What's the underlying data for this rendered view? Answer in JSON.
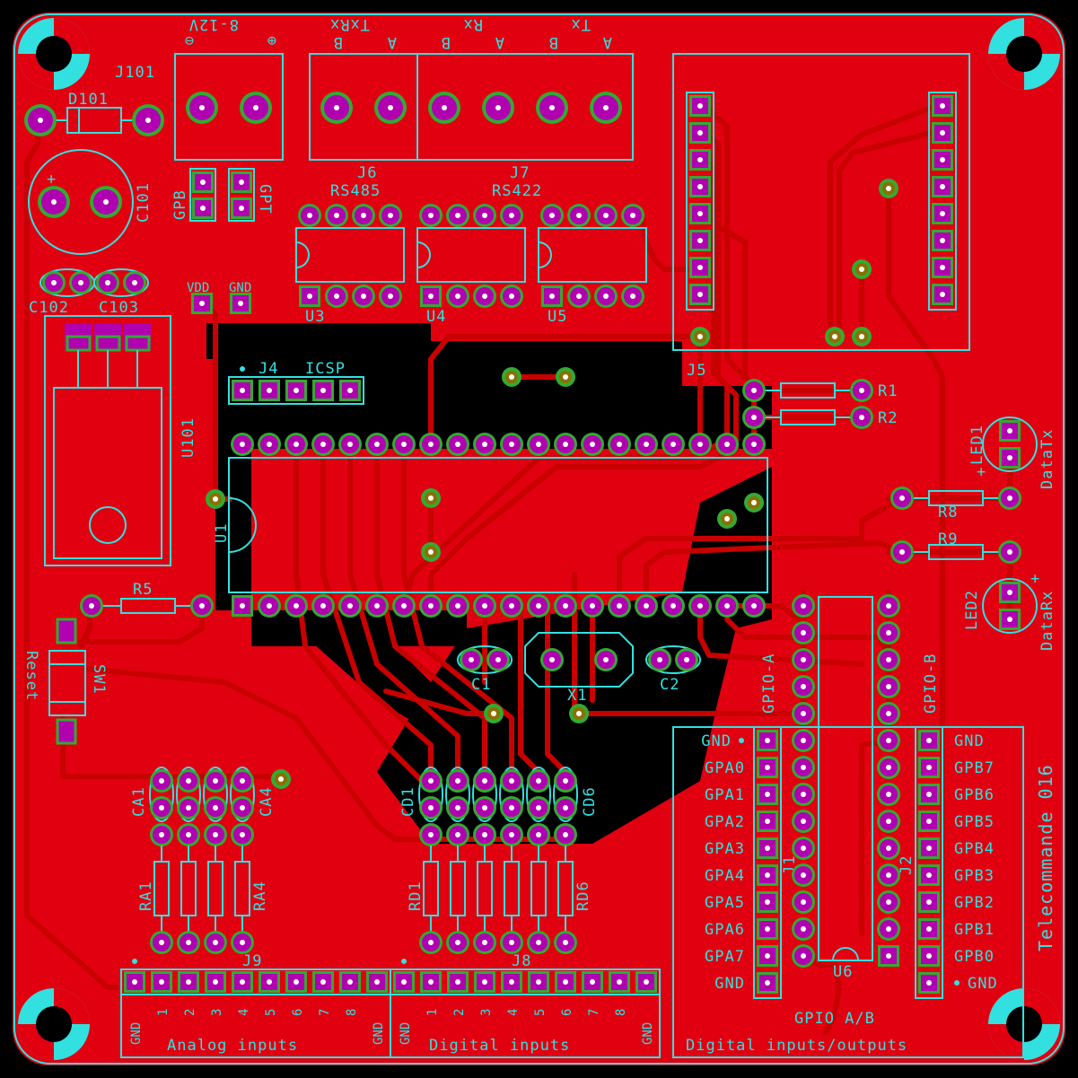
{
  "colors": {
    "board": "#e00010",
    "pour": "#000000",
    "pad_ring": "#33aa33",
    "pad": "#b000b0",
    "silk": "#33e0e0"
  },
  "title_text": "Telecommande 016",
  "labels": {
    "j101": "J101",
    "d101": "D101",
    "c101": "C101",
    "c102": "C102",
    "c103": "C103",
    "u101": "U101",
    "reset": "Reset",
    "sw1": "SW1",
    "r5": "R5",
    "u1": "U1",
    "j4": "J4",
    "icsp": "ICSP",
    "vdd": "VDD",
    "gnd": "GND",
    "gpb": "GPB",
    "gpt": "GPT",
    "power_in": "8-12V",
    "plus": "⊕",
    "minus": "⊖",
    "txrx": "TxRx",
    "rx": "Rx",
    "tx": "Tx",
    "a": "A",
    "b": "B",
    "j6": "J6",
    "j7": "J7",
    "rs485": "RS485",
    "rs422": "RS422",
    "u3": "U3",
    "u4": "U4",
    "u5": "U5",
    "j5": "J5",
    "r1": "R1",
    "r2": "R2",
    "r8": "R8",
    "r9": "R9",
    "led1": "LED1",
    "led2": "LED2",
    "datatx": "DataTx",
    "datarx": "DataRx",
    "c1": "C1",
    "c2": "C2",
    "x1": "X1",
    "gpio_a": "GPIO-A",
    "gpio_b": "GPIO-B",
    "j1": "J1",
    "j2": "J2",
    "u6": "U6",
    "gpio_ab": "GPIO A/B",
    "ca1": "CA1",
    "ca4": "CA4",
    "ra1": "RA1",
    "ra4": "RA4",
    "cd1": "CD1",
    "cd6": "CD6",
    "rd1": "RD1",
    "rd6": "RD6",
    "j9": "J9",
    "j8": "J8",
    "analog_inputs": "Analog inputs",
    "digital_inputs": "Digital inputs",
    "digital_io": "Digital inputs/outputs"
  },
  "gpio_a_pins": [
    "GND",
    "GPA0",
    "GPA1",
    "GPA2",
    "GPA3",
    "GPA4",
    "GPA5",
    "GPA6",
    "GPA7",
    "GND"
  ],
  "gpio_b_pins": [
    "GND",
    "GPB7",
    "GPB6",
    "GPB5",
    "GPB4",
    "GPB3",
    "GPB2",
    "GPB1",
    "GPB0",
    "GND"
  ],
  "input_pins": [
    "GND",
    "1",
    "2",
    "3",
    "4",
    "5",
    "6",
    "7",
    "8",
    "GND"
  ]
}
